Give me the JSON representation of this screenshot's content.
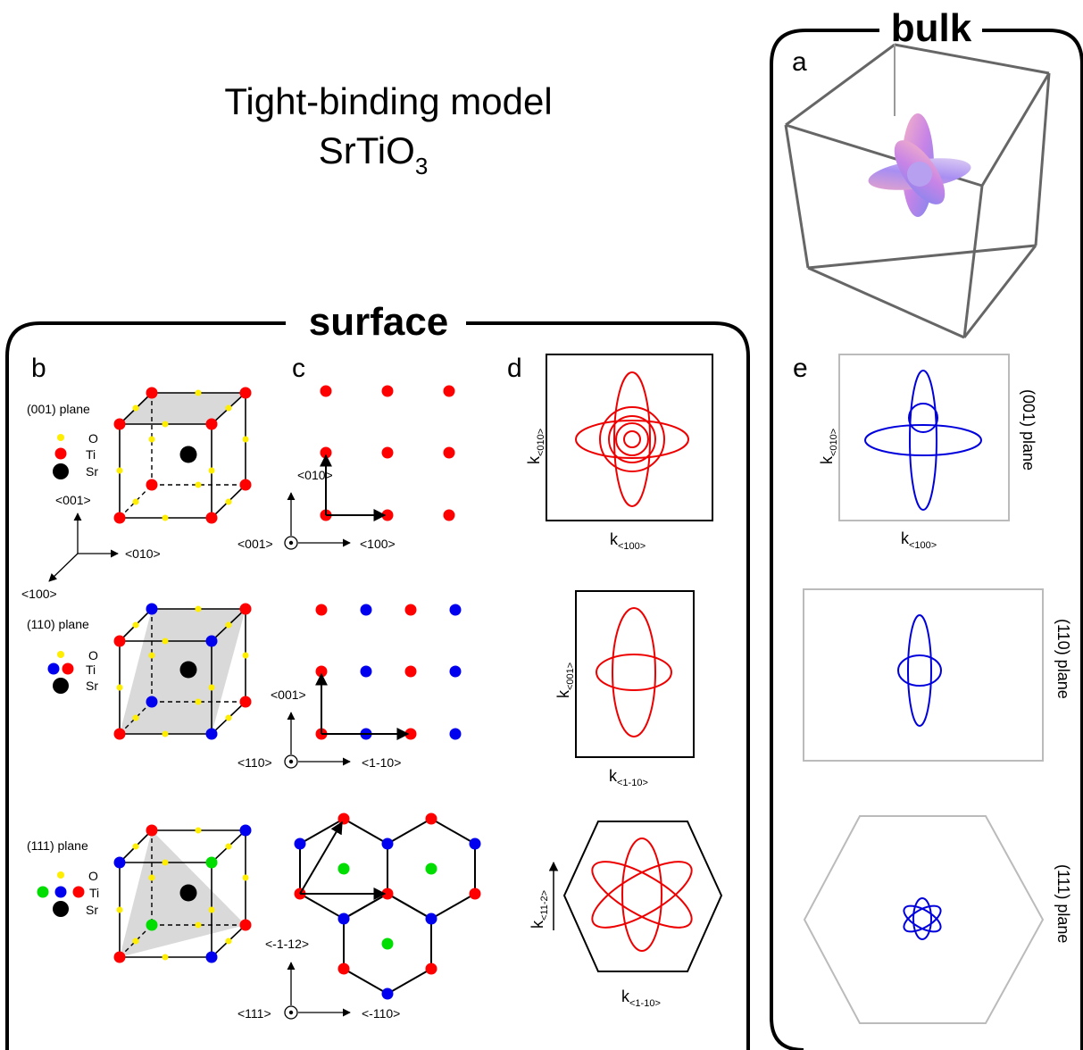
{
  "title": {
    "line1": "Tight-binding model",
    "line2_main": "SrTiO",
    "line2_sub": "3"
  },
  "sections": {
    "surface": "surface",
    "bulk": "bulk"
  },
  "panels": {
    "a": "a",
    "b": "b",
    "c": "c",
    "d": "d",
    "e": "e"
  },
  "colors": {
    "O": "#ffee00",
    "Ti": "#ff0000",
    "Ti_alt1": "#0000ee",
    "Ti_alt2": "#00dd00",
    "Sr": "#000000",
    "fermi_surface": "#ee0000",
    "fermi_bulk": "#0000dd",
    "plane_shade": "#d9d9d9"
  },
  "legend": {
    "o": "O",
    "ti": "Ti",
    "sr": "Sr"
  },
  "rows": [
    {
      "plane_label": "(001) plane",
      "axes_b": {
        "vertical": "<001>",
        "horizontal": "<010>",
        "diagonal": "<100>"
      },
      "axes_c": {
        "out": "<001>",
        "up": "<010>",
        "right": "<100>"
      },
      "d_x": {
        "main": "k",
        "sub": "<100>"
      },
      "d_y": {
        "main": "k",
        "sub": "<010>"
      }
    },
    {
      "plane_label": "(110) plane",
      "axes_c": {
        "out": "<110>",
        "up": "<001>",
        "right": "<1-10>"
      },
      "d_x": {
        "main": "k",
        "sub": "<1-10>"
      },
      "d_y": {
        "main": "k",
        "sub": "<001>"
      }
    },
    {
      "plane_label": "(111) plane",
      "axes_c": {
        "out": "<111>",
        "up": "<-1-12>",
        "right": "<-110>"
      },
      "d_x": {
        "main": "k",
        "sub": "<1-10>"
      },
      "d_y": {
        "main": "k",
        "sub": "<11-2>"
      }
    }
  ],
  "bulk_e": [
    {
      "plane_label": "(001) plane",
      "x": {
        "main": "k",
        "sub": "<100>"
      },
      "y": {
        "main": "k",
        "sub": "<010>"
      }
    },
    {
      "plane_label": "(110) plane"
    },
    {
      "plane_label": "(111) plane"
    }
  ]
}
